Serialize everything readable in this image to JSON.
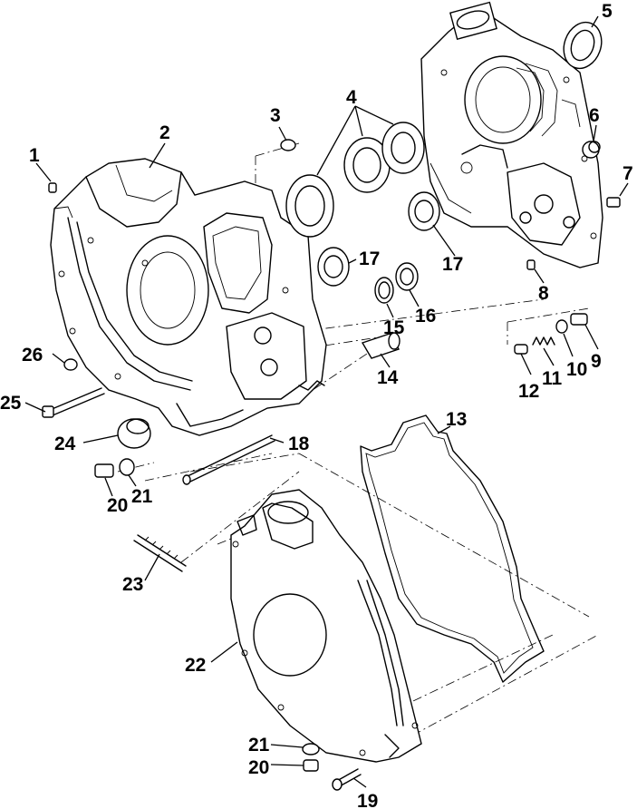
{
  "labels": {
    "p1": "1",
    "p2": "2",
    "p3": "3",
    "p4": "4",
    "p5": "5",
    "p6": "6",
    "p7": "7",
    "p8": "8",
    "p9": "9",
    "p10": "10",
    "p11": "11",
    "p12": "12",
    "p13": "13",
    "p14": "14",
    "p15": "15",
    "p16": "16",
    "p17a": "17",
    "p17b": "17",
    "p18": "18",
    "p19": "19",
    "p20a": "20",
    "p20b": "20",
    "p21a": "21",
    "p21b": "21",
    "p22": "22",
    "p23": "23",
    "p24": "24",
    "p25": "25",
    "p26": "26"
  }
}
